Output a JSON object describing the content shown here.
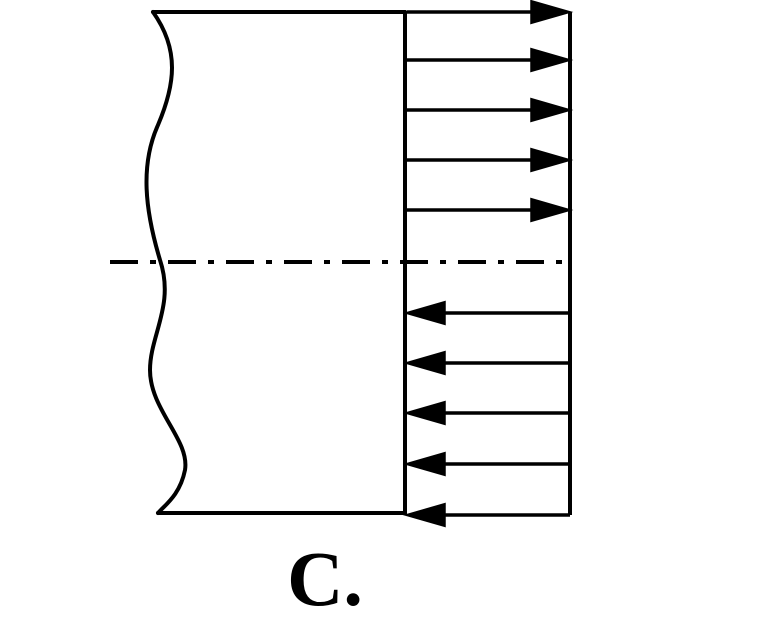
{
  "figure": {
    "label": "C.",
    "colors": {
      "stroke": "#000000",
      "background": "#ffffff"
    },
    "arrows": {
      "upper_direction": "right",
      "lower_direction": "left",
      "upper_count": 5,
      "lower_count": 5
    }
  }
}
